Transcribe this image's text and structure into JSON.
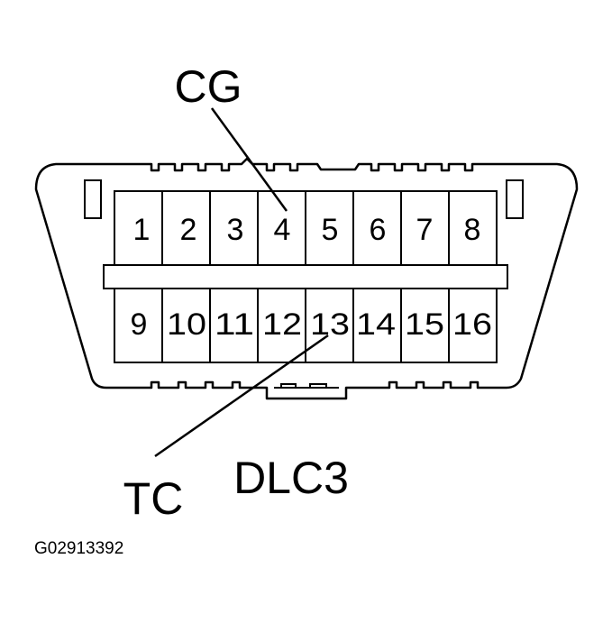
{
  "diagram": {
    "callouts": {
      "cg": "CG",
      "tc": "TC",
      "connector_name": "DLC3"
    },
    "top_row_pins": [
      "1",
      "2",
      "3",
      "4",
      "5",
      "6",
      "7",
      "8"
    ],
    "bottom_row_pins": [
      "9",
      "10",
      "11",
      "12",
      "13",
      "14",
      "15",
      "16"
    ],
    "figure_id": "G02913392",
    "line_color": "#000000",
    "background_color": "#ffffff"
  }
}
